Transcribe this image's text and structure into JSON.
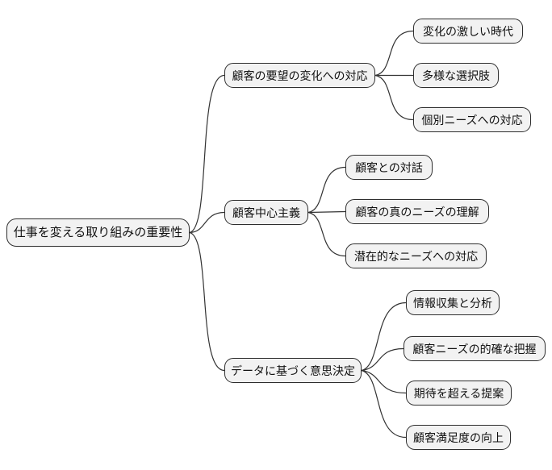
{
  "diagram": {
    "type": "mindmap",
    "colors": {
      "background": "#ffffff",
      "node_fill": "#f2f2f2",
      "node_border": "#2e2e2e",
      "edge": "#333333",
      "text": "#111111"
    },
    "root": {
      "label": "仕事を変える取り組みの重要性"
    },
    "branches": [
      {
        "label": "顧客の要望の変化への対応",
        "children": [
          {
            "label": "変化の激しい時代"
          },
          {
            "label": "多様な選択肢"
          },
          {
            "label": "個別ニーズへの対応"
          }
        ]
      },
      {
        "label": "顧客中心主義",
        "children": [
          {
            "label": "顧客との対話"
          },
          {
            "label": "顧客の真のニーズの理解"
          },
          {
            "label": "潜在的なニーズへの対応"
          }
        ]
      },
      {
        "label": "データに基づく意思決定",
        "children": [
          {
            "label": "情報収集と分析"
          },
          {
            "label": "顧客ニーズの的確な把握"
          },
          {
            "label": "期待を超える提案"
          },
          {
            "label": "顧客満足度の向上"
          }
        ]
      }
    ]
  }
}
